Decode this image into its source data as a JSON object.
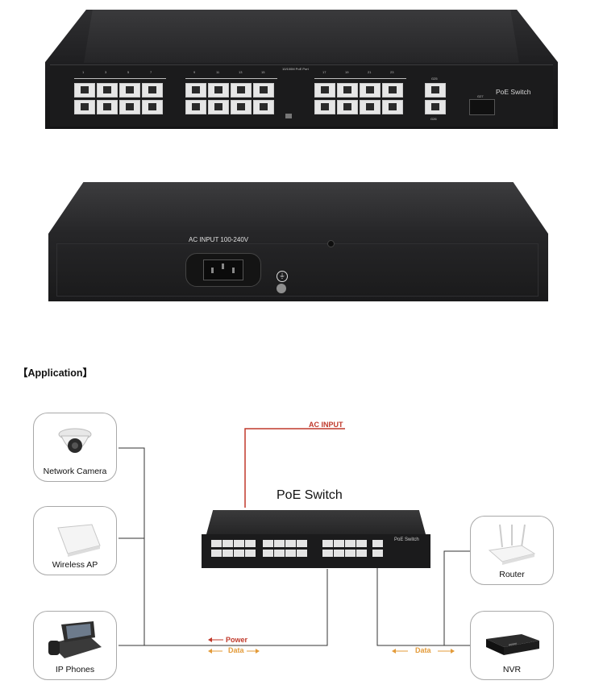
{
  "product_front": {
    "brand_label": "PoE Switch",
    "header_text": "10/100M PoE Port",
    "group_numbers": [
      [
        "1",
        "3",
        "5",
        "7"
      ],
      [
        "9",
        "11",
        "13",
        "15"
      ],
      [
        "17",
        "19",
        "21",
        "23"
      ]
    ],
    "ge_label_top": "G25",
    "ge_label_bottom": "G26",
    "sfp_label": "G27"
  },
  "product_rear": {
    "ac_input_label": "AC INPUT 100-240V"
  },
  "section_heading": "【Application】",
  "diagram": {
    "ac_input_label": "AC INPUT",
    "switch_title": "PoE Switch",
    "switch_front_label": "PoE Switch",
    "power_label": "Power",
    "data_label_left": "Data",
    "data_label_right": "Data",
    "colors": {
      "ac_line": "#c0392b",
      "power_arrow": "#c0392b",
      "data_arrow": "#e39b3a",
      "link_line": "#333333"
    },
    "left_devices": [
      {
        "label": "Network Camera",
        "icon": "dome-camera-icon"
      },
      {
        "label": "Wireless AP",
        "icon": "access-point-icon"
      },
      {
        "label": "IP Phones",
        "icon": "ip-phone-icon"
      }
    ],
    "right_devices": [
      {
        "label": "Router",
        "icon": "router-icon"
      },
      {
        "label": "NVR",
        "icon": "nvr-icon"
      }
    ]
  }
}
